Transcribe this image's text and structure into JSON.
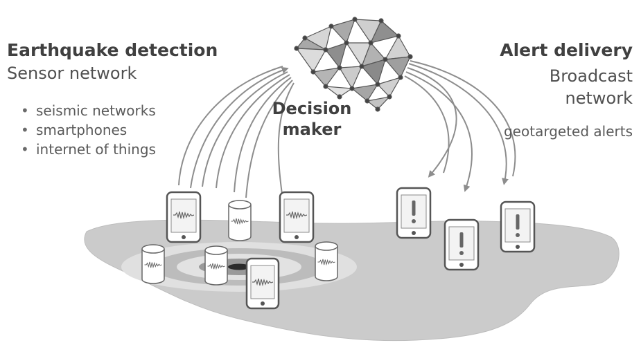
{
  "left": {
    "title": "Earthquake detection",
    "subtitle": "Sensor network",
    "items": [
      "seismic networks",
      "smartphones",
      "internet of things"
    ]
  },
  "center": {
    "title": "Decision maker"
  },
  "right": {
    "title": "Alert delivery",
    "subtitle": "Broadcast network",
    "note": "geotargeted alerts"
  },
  "colors": {
    "ground": "#cbcbcb",
    "ring_light": "#e0e0e0",
    "ring_mid": "#bcbcbc",
    "ring_dark": "#9a9a9a",
    "epicenter": "#2b2b2b",
    "brain_node": "#444444",
    "arrow": "#8d8d8d",
    "device": "#555555",
    "alert_mark": "#666666"
  },
  "icons": {
    "brain": "brain-network-icon",
    "sensor": "seismic-sensor-icon",
    "phone_wave": "phone-seismogram-icon",
    "phone_alert": "phone-alert-icon"
  }
}
